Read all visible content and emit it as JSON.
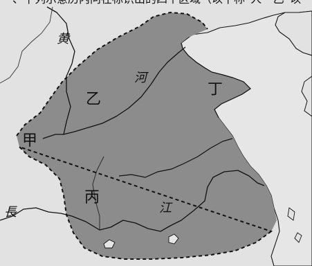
{
  "map": {
    "colors": {
      "sea": "#e6e6e6",
      "land": "#e2e2e2",
      "region_fill": "#8c8c8c",
      "coast": "#111111",
      "river": "#111111",
      "boundary": "#111111"
    },
    "regions": {
      "jia": "甲",
      "yi": "乙",
      "bing": "丙",
      "ding": "丁"
    },
    "river_labels": {
      "huang_1": "黄",
      "huang_2": "河",
      "chang_1": "長",
      "chang_2": "江"
    },
    "top_partial_text": "一、下列示意历内问在标识出的四个区域（以下称“人”“乙”以"
  }
}
